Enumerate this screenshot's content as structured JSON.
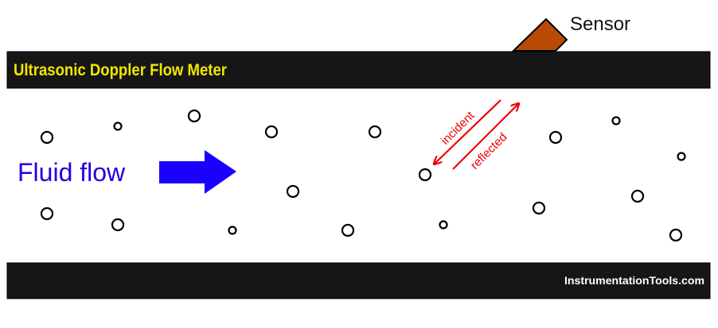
{
  "diagram": {
    "title": "Ultrasonic Doppler Flow Meter",
    "watermark": "InstrumentationTools.com",
    "sensor_label": "Sensor",
    "flow_label": "Fluid flow",
    "incident_label": "incident",
    "reflected_label": "reflected"
  },
  "colors": {
    "pipe_wall": "#161616",
    "title_text": "#f2e600",
    "watermark_text": "#ffffff",
    "sensor_fill": "#b94a06",
    "flow_arrow": "#1a00ff",
    "flow_text": "#2200dd",
    "wave_arrows": "#ee0000",
    "particle_stroke": "#000000"
  }
}
